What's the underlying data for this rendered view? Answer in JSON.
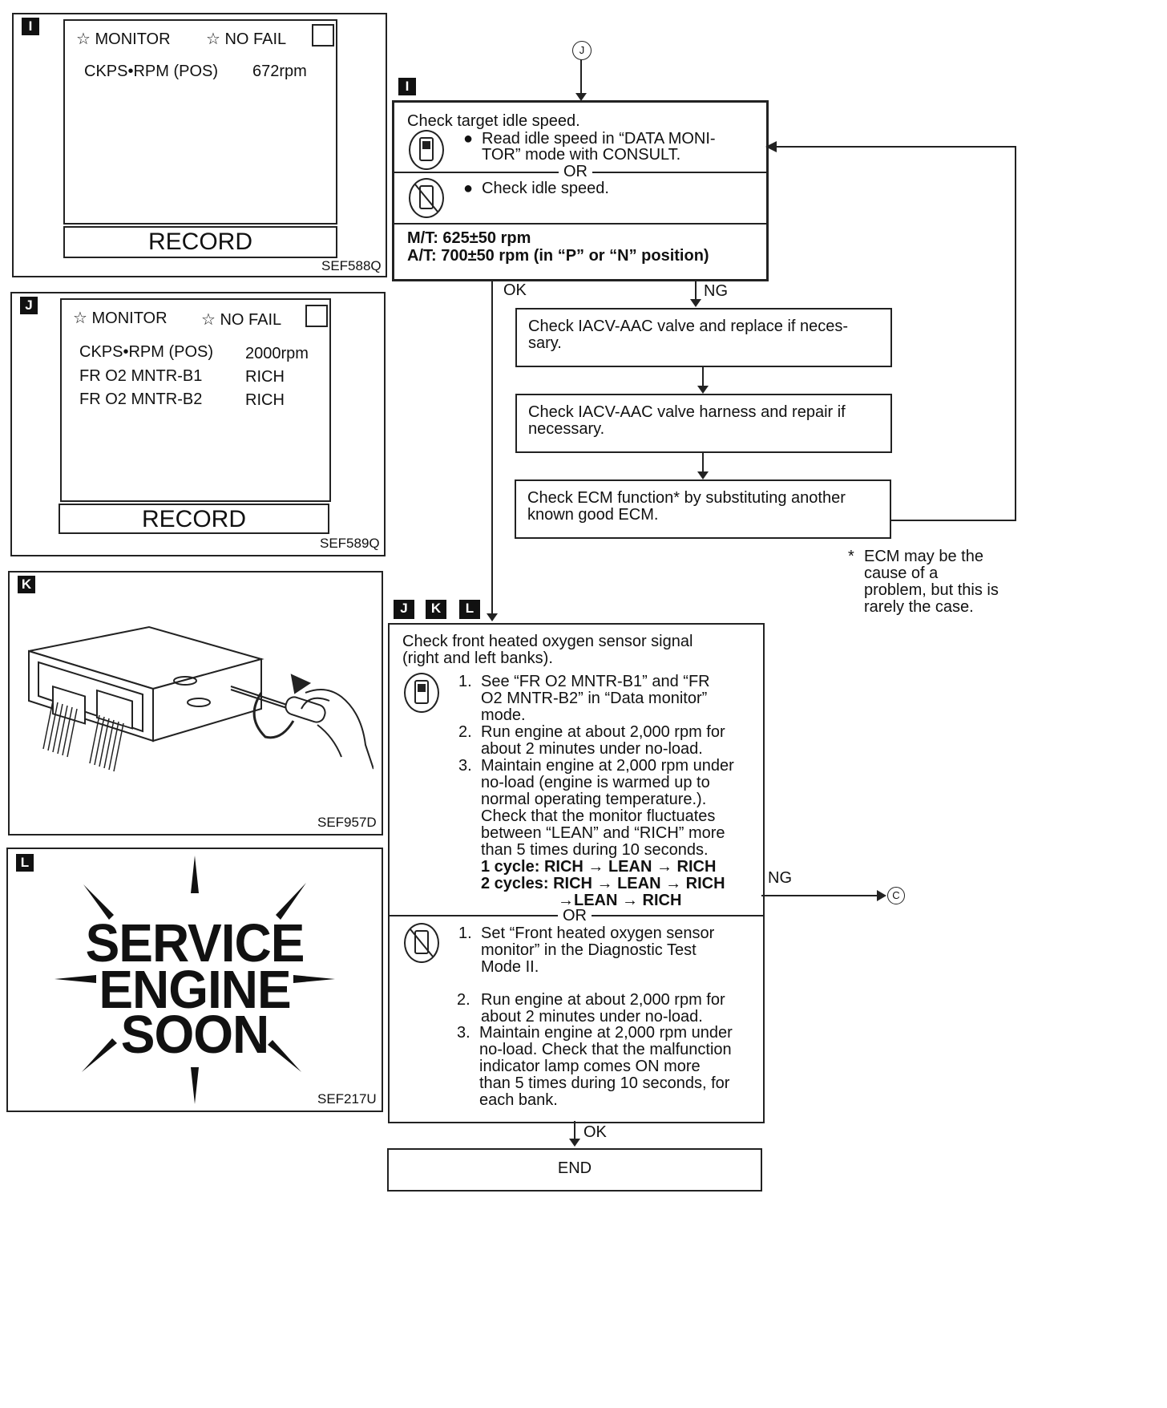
{
  "panelI": {
    "tag": "I",
    "monitor": "☆ MONITOR",
    "nofail": "☆ NO  FAIL",
    "row_label": "CKPS•RPM (POS)",
    "row_value": "672rpm",
    "record": "RECORD",
    "code": "SEF588Q"
  },
  "panelJ": {
    "tag": "J",
    "monitor": "☆ MONITOR",
    "nofail": "☆ NO  FAIL",
    "rows": [
      {
        "label": "CKPS•RPM (POS)",
        "value": "2000rpm"
      },
      {
        "label": "FR O2 MNTR-B1",
        "value": "RICH"
      },
      {
        "label": "FR O2 MNTR-B2",
        "value": "RICH"
      }
    ],
    "record": "RECORD",
    "code": "SEF589Q"
  },
  "panelK": {
    "tag": "K",
    "code": "SEF957D"
  },
  "panelL": {
    "tag": "L",
    "lines": [
      "SERVICE",
      "ENGINE",
      "SOON"
    ],
    "code": "SEF217U"
  },
  "flow": {
    "connector_top": "J",
    "box1": {
      "tag": "I",
      "title": "Check target idle speed.",
      "consult_1": "Read idle speed in “DATA MONI-",
      "consult_2": "TOR” mode with CONSULT.",
      "or": "OR",
      "noconsult": "Check idle speed.",
      "spec_mt": "M/T: 625±50 rpm",
      "spec_at": "A/T: 700±50 rpm (in “P” or “N” position)"
    },
    "ok1": "OK",
    "ng1": "NG",
    "box2": {
      "l1": "Check IACV-AAC valve and replace if neces-",
      "l2": "sary."
    },
    "box3": {
      "l1": "Check IACV-AAC valve harness and repair if",
      "l2": "necessary."
    },
    "box4": {
      "l1": "Check ECM function* by substituting another",
      "l2": "known good ECM."
    },
    "footnote": {
      "star": "*",
      "l1": "ECM may be the",
      "l2": "cause of a",
      "l3": "problem, but this is",
      "l4": "rarely the case."
    },
    "box5_tags": [
      "J",
      "K",
      "L"
    ],
    "box5": {
      "title1": "Check front heated oxygen sensor signal",
      "title2": "(right and left banks).",
      "c1n": "1.",
      "c1a": "See “FR O2 MNTR-B1” and “FR",
      "c1b": "O2 MNTR-B2” in “Data monitor”",
      "c1c": "mode.",
      "c2n": "2.",
      "c2a": "Run engine at about 2,000 rpm for",
      "c2b": "about 2 minutes under no-load.",
      "c3n": "3.",
      "c3a": "Maintain engine at 2,000 rpm under",
      "c3b": "no-load (engine is warmed up to",
      "c3c": "normal operating temperature.).",
      "c3d": "Check that the monitor fluctuates",
      "c3e": "between “LEAN” and “RICH” more",
      "c3f": "than 5 times during 10 seconds.",
      "c3g": "1 cycle: RICH → LEAN → RICH",
      "c3h": "2 cycles: RICH → LEAN → RICH",
      "c3i": "→LEAN → RICH",
      "or": "OR",
      "n1n": "1.",
      "n1a": "Set “Front heated oxygen sensor",
      "n1b": "monitor” in the Diagnostic Test",
      "n1c": "Mode II.",
      "n2n": "2.",
      "n2a": "Run engine at about 2,000 rpm for",
      "n2b": "about 2 minutes under no-load.",
      "n3n": "3.",
      "n3a": "Maintain engine at 2,000 rpm under",
      "n3b": "no-load. Check that the malfunction",
      "n3c": "indicator lamp comes ON more",
      "n3d": "than 5 times during 10 seconds, for",
      "n3e": "each bank."
    },
    "ng2": "NG",
    "connector_c": "C",
    "ok2": "OK",
    "end": "END"
  }
}
